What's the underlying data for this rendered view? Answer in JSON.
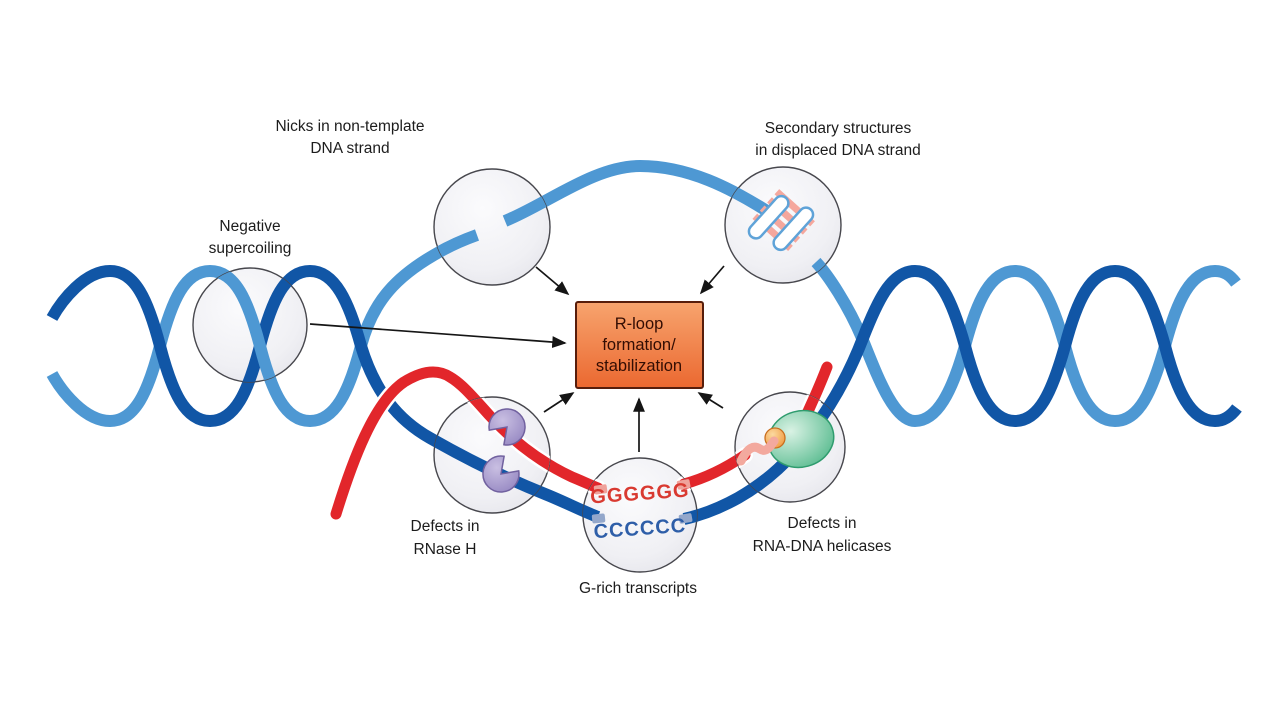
{
  "figure": {
    "description": "R-loop formation and stabilization diagram",
    "center_box": {
      "lines": {
        "0": "R-loop",
        "1": "formation/",
        "2": "stabilization"
      }
    },
    "factors": {
      "negative_supercoiling": {
        "line1": "Negative",
        "line2": "supercoiling"
      },
      "nicks": {
        "line1": "Nicks in non-template",
        "line2": "DNA strand"
      },
      "secondary_structures": {
        "line1": "Secondary structures",
        "line2": "in displaced DNA strand"
      },
      "rnase_h": {
        "line1": "Defects in",
        "line2": "RNase H"
      },
      "g_rich": {
        "line1": "G-rich transcripts"
      },
      "helicases": {
        "line1": "Defects in",
        "line2": "RNA-DNA helicases"
      }
    },
    "sequences": {
      "g_tract": "GGGGGG",
      "c_tract": "CCCCCC"
    },
    "colors": {
      "light_blue_strand": "#4E98D3",
      "dark_blue_strand": "#1156A6",
      "rna_red": "#E2262B",
      "rna_salmon": "#F3A99E",
      "box_fill_top": "#F7A46E",
      "box_fill_bottom": "#EB6830",
      "box_border": "#571D0B",
      "helicase_green": "#54B98C",
      "helicase_orange": "#F0973B",
      "rnase_purple": "#9486C1",
      "circle_fill": "#F1F1F5",
      "g_letters": "#D93A31",
      "c_letters": "#2E5EA8",
      "label_text": "#1C1C1C"
    }
  }
}
